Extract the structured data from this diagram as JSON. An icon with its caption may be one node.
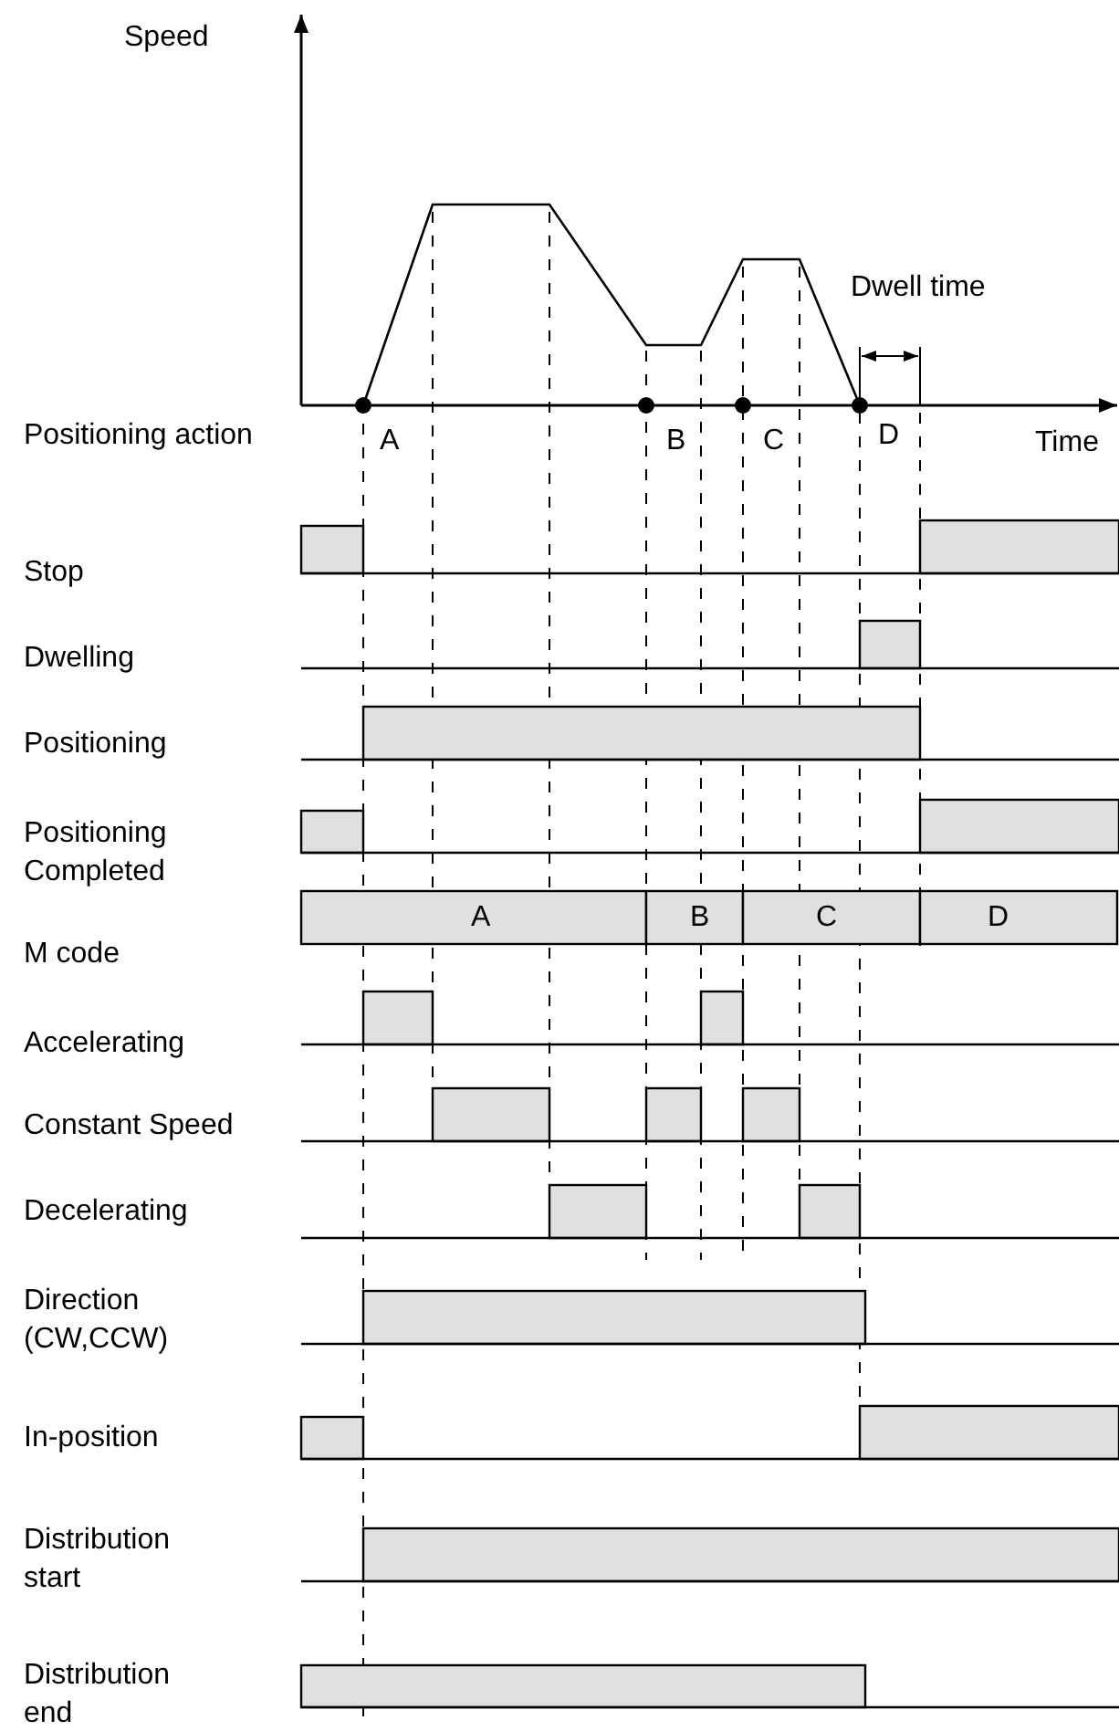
{
  "diagram": {
    "labels": [
      "Speed",
      "Dwell time",
      "Positioning action",
      "A",
      "B",
      "C",
      "D",
      "Time",
      "Stop",
      "Dwelling",
      "Positioning",
      "Positioning Completed",
      "M code",
      "A",
      "B",
      "C",
      "D",
      "Accelerating",
      "Constant Speed",
      "Decelerating",
      "Direction (CW,CCW)",
      "In-position",
      "Distribution start",
      "Distribution end"
    ]
  }
}
